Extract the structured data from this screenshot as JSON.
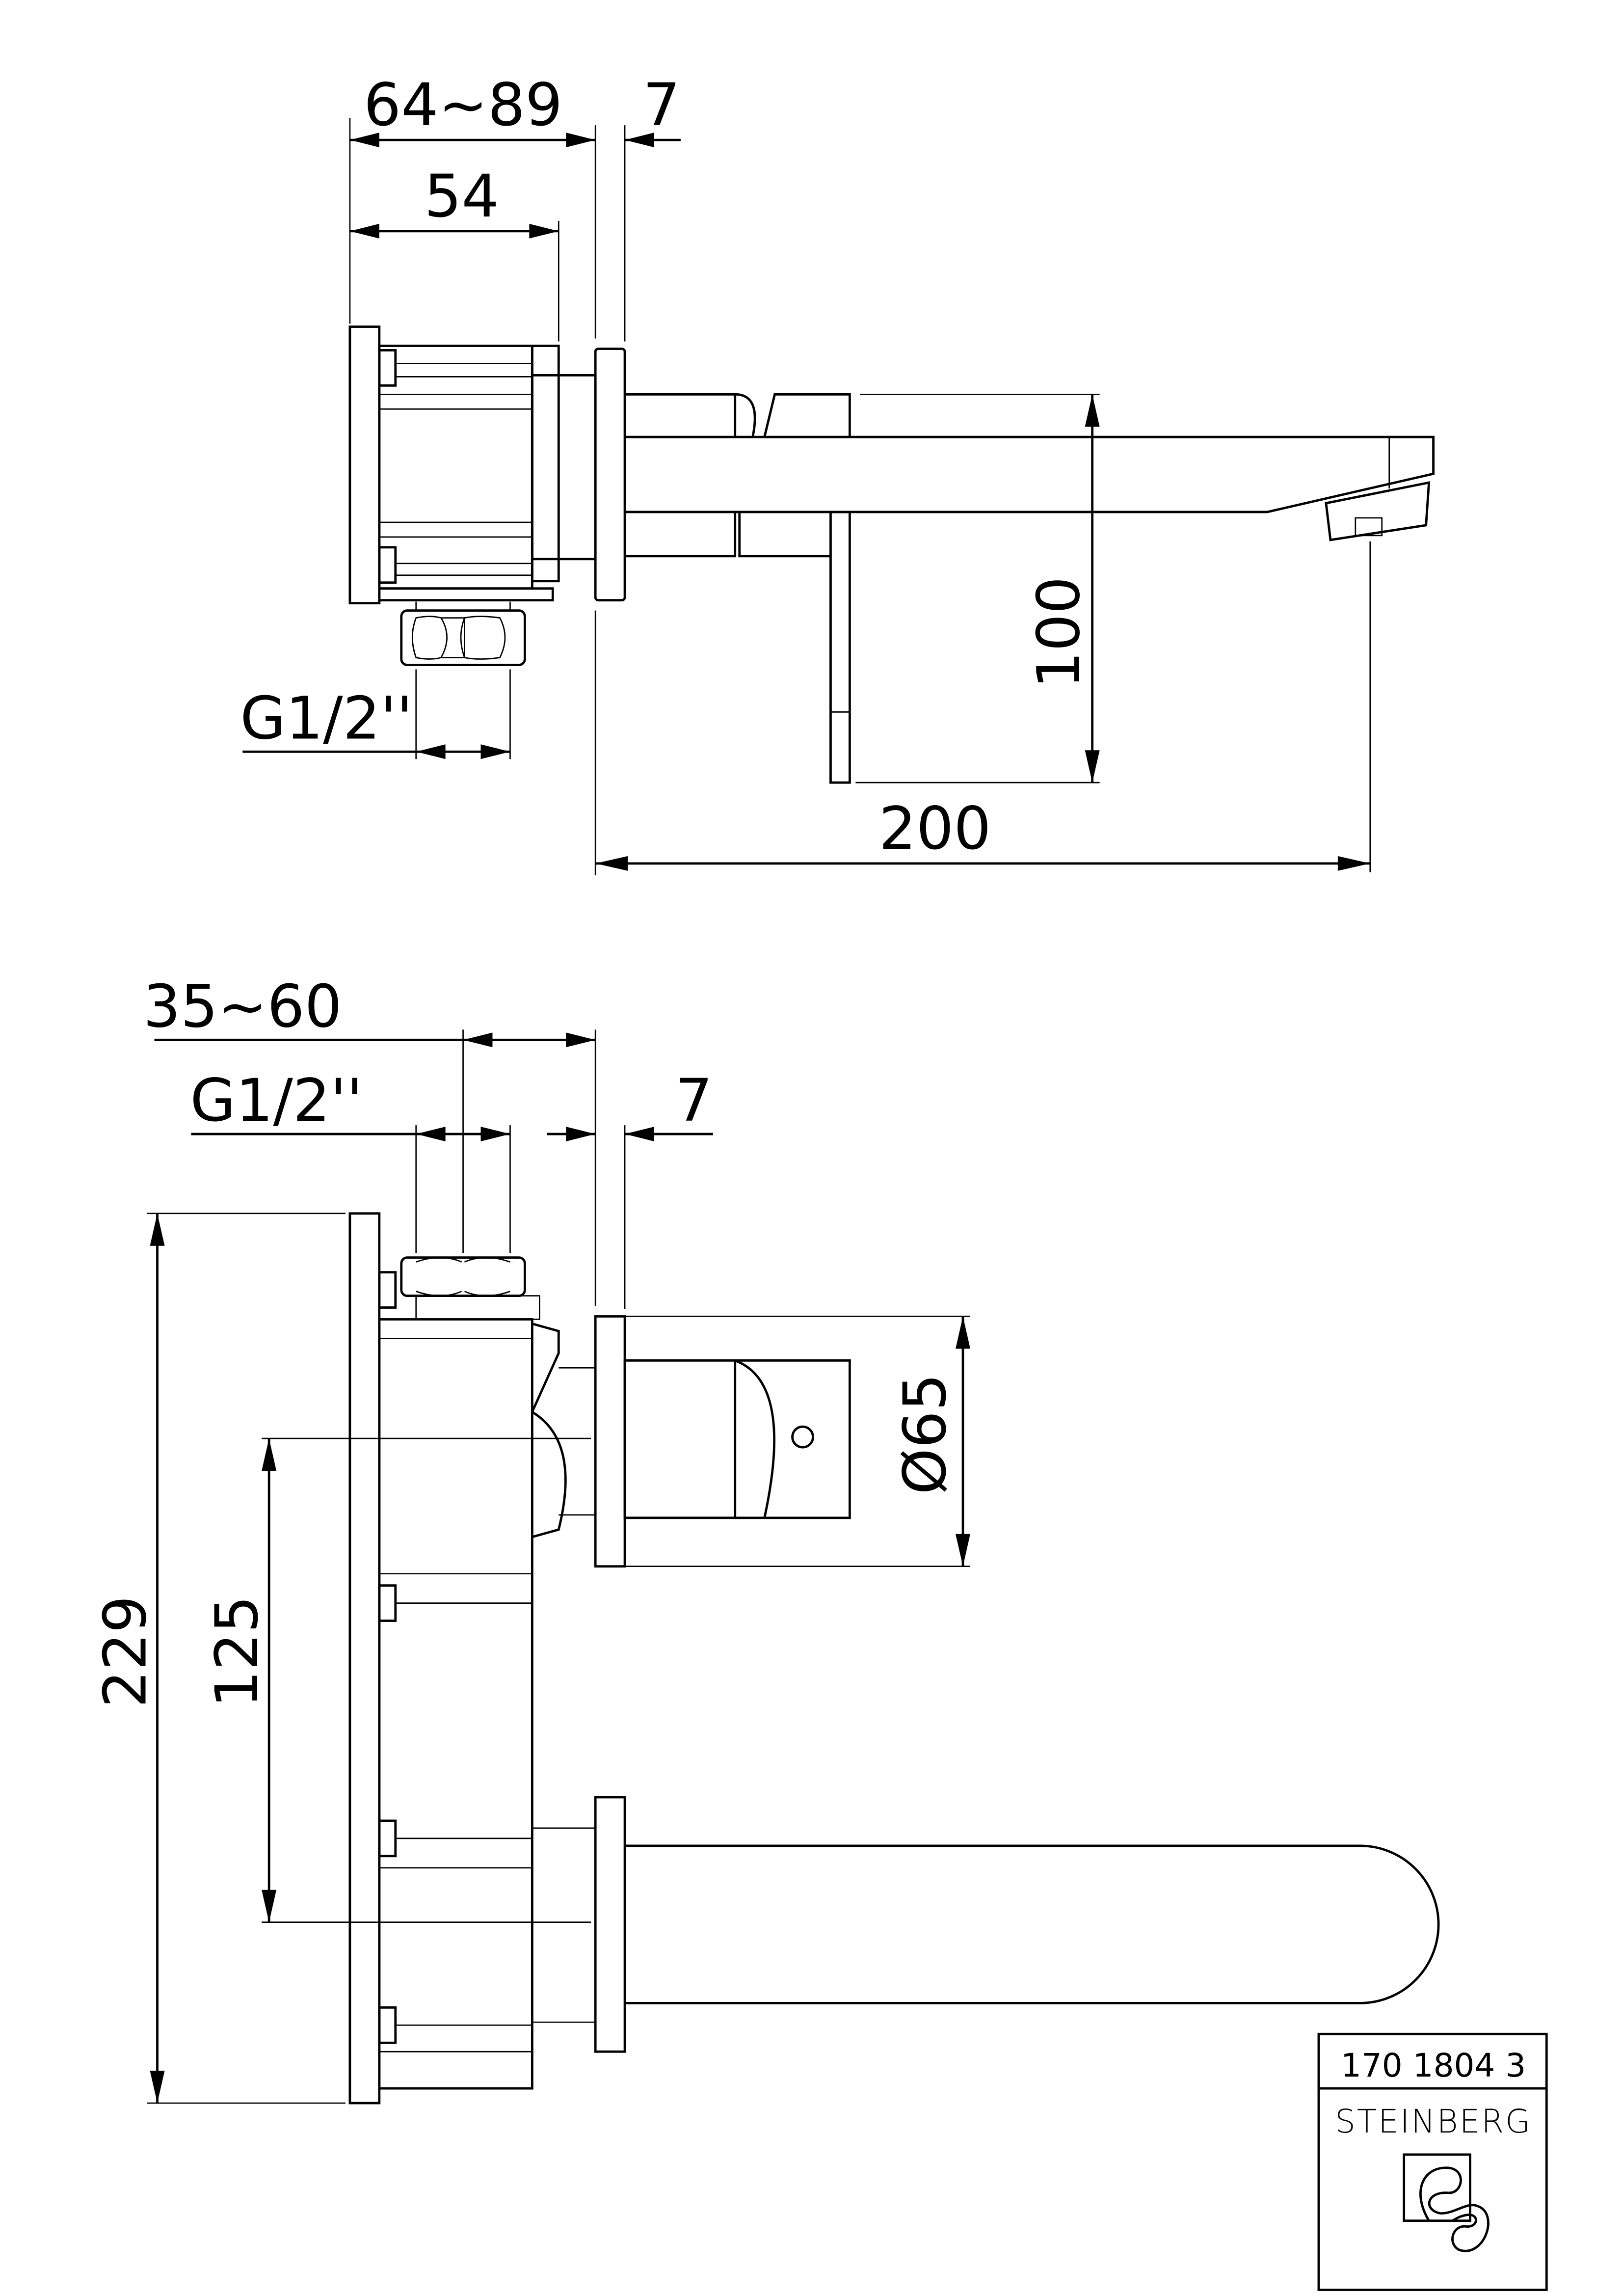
{
  "top_view": {
    "dim_depth_range": "64~89",
    "dim_flange": "7",
    "dim_body": "54",
    "dim_height": "100",
    "dim_projection": "200",
    "dim_thread": "G1/2''"
  },
  "front_view": {
    "dim_depth_range": "35~60",
    "dim_thread": "G1/2''",
    "dim_flange": "7",
    "dim_diameter": "Ø65",
    "dim_total_height": "229",
    "dim_spacing": "125"
  },
  "title_block": {
    "article_number": "170 1804 3",
    "brand": "STEINBERG"
  },
  "colors": {
    "line": "#000000",
    "background": "#ffffff"
  }
}
